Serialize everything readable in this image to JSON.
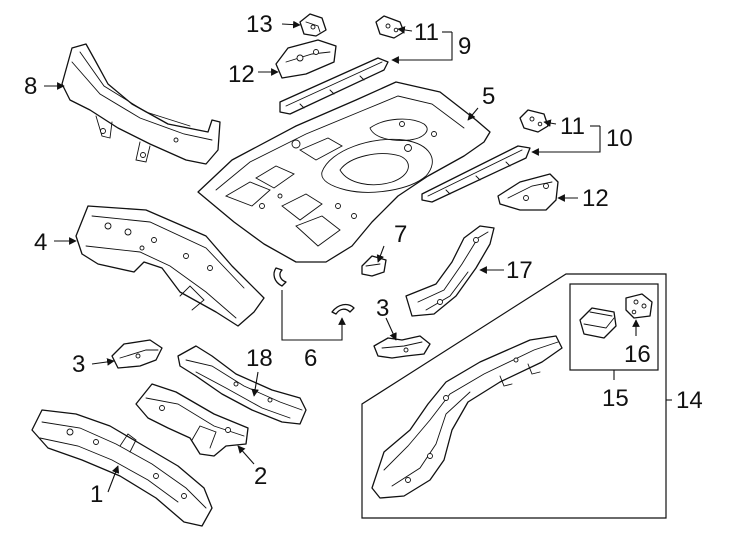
{
  "callouts": {
    "c1": "1",
    "c2": "2",
    "c3a": "3",
    "c3b": "3",
    "c4": "4",
    "c5": "5",
    "c6": "6",
    "c7": "7",
    "c8": "8",
    "c9": "9",
    "c10": "10",
    "c11a": "11",
    "c11b": "11",
    "c12a": "12",
    "c12b": "12",
    "c13": "13",
    "c14": "14",
    "c15": "15",
    "c16": "16",
    "c17": "17",
    "c18": "18"
  },
  "colors": {
    "line": "#111111",
    "background": "#ffffff"
  }
}
